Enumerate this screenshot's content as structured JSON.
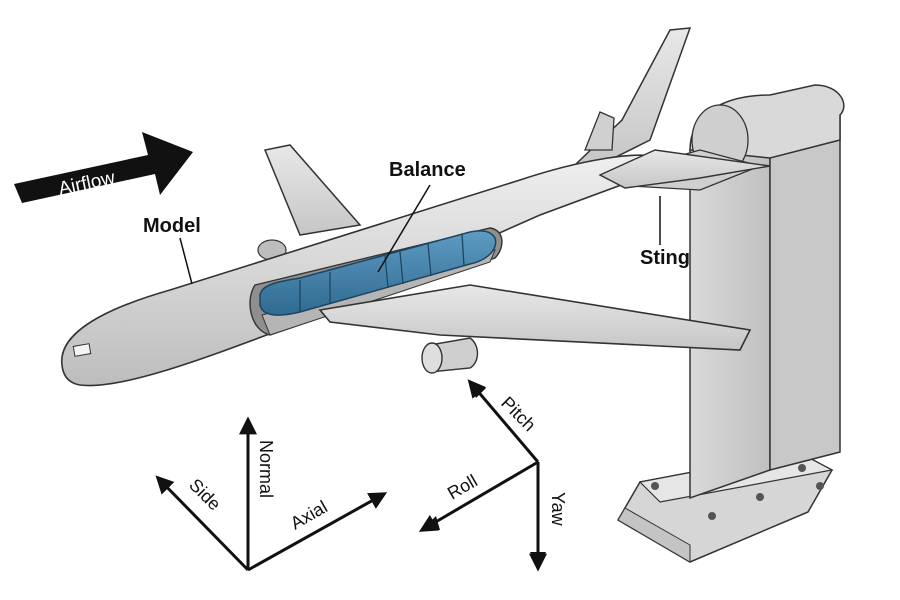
{
  "labels": {
    "airflow": "Airflow",
    "model": "Model",
    "balance": "Balance",
    "sting": "Sting"
  },
  "force_axes": {
    "normal": "Normal",
    "side": "Side",
    "axial": "Axial"
  },
  "moment_axes": {
    "pitch": "Pitch",
    "roll": "Roll",
    "yaw": "Yaw"
  },
  "colors": {
    "balance_fill": "#3f7ea6",
    "aircraft_fill": "#dcdcdc",
    "outline": "#333333",
    "arrow_black": "#111111"
  }
}
